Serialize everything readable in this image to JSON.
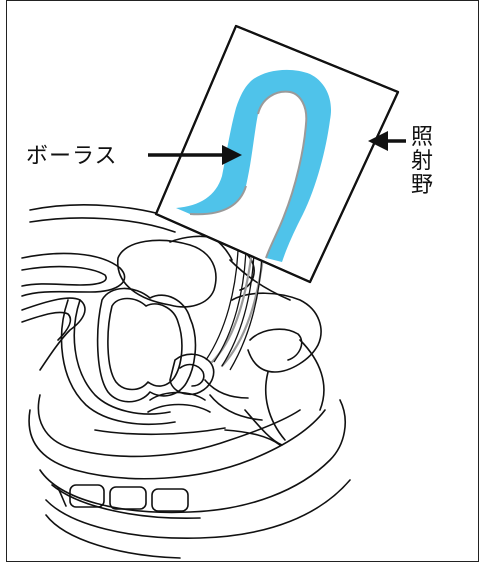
{
  "labels": {
    "bolus": "ボーラス",
    "field": [
      "照",
      "射",
      "野"
    ]
  },
  "colors": {
    "bolus_fill": "#4fc3ea",
    "outline": "#111111",
    "applicator": "#9a9a9a",
    "background": "#ffffff"
  },
  "icons": {
    "bolus_pointer": "arrow-right-icon",
    "field_pointer": "arrow-left-icon"
  }
}
